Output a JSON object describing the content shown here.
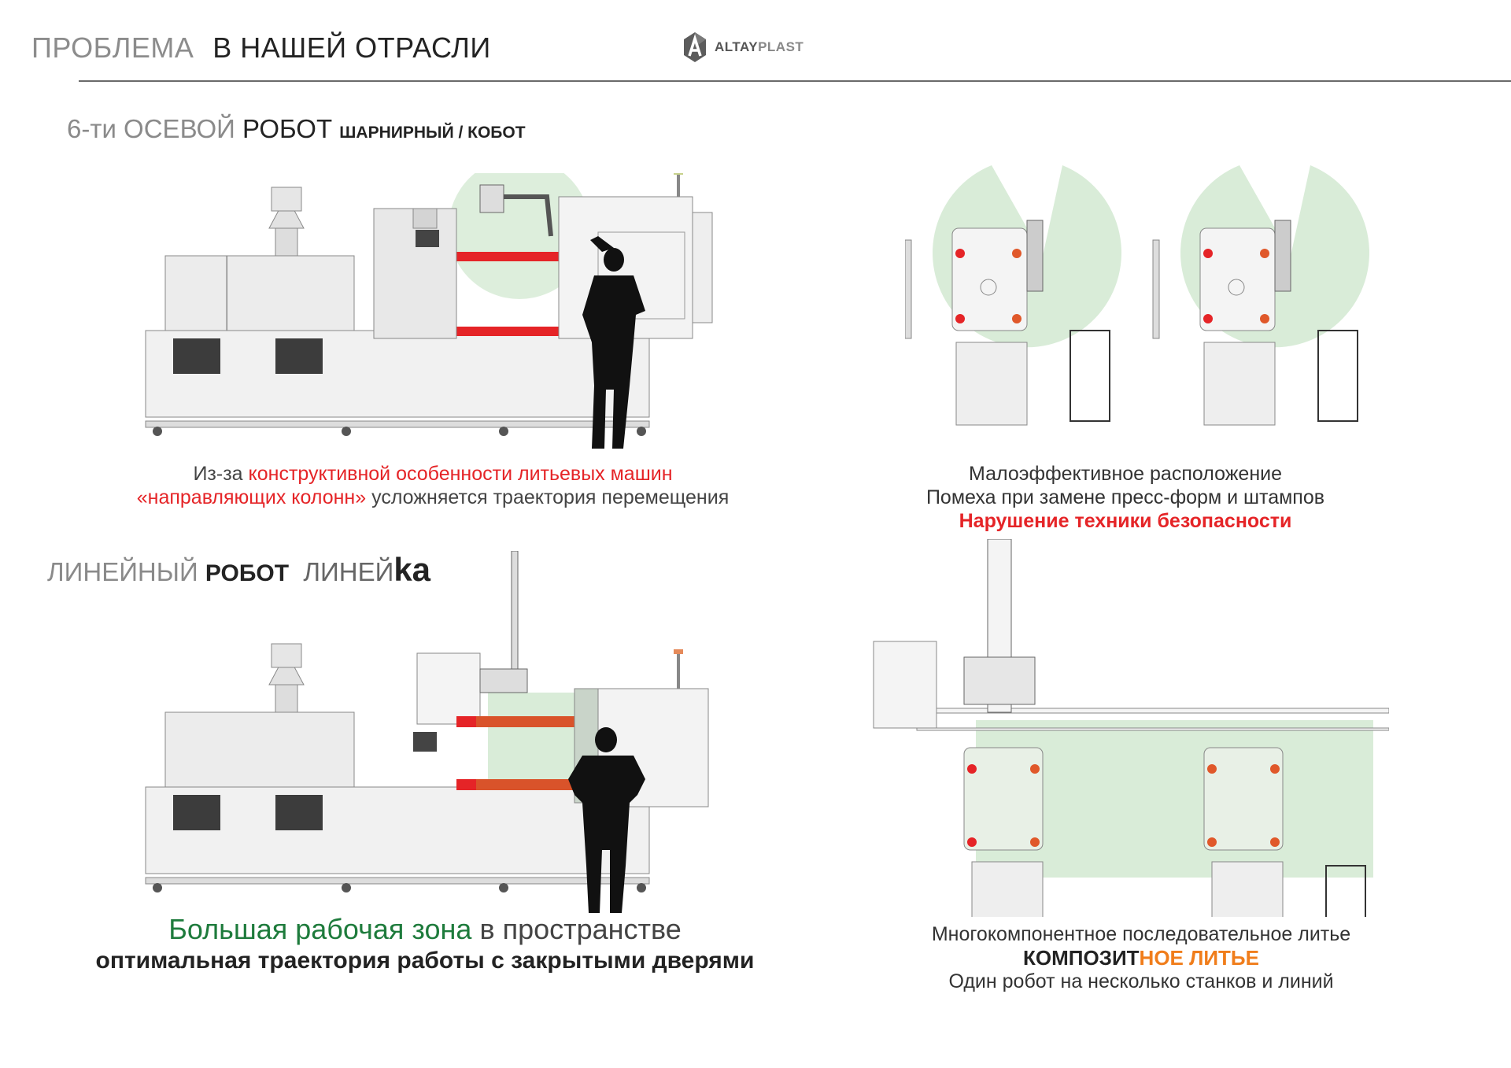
{
  "header": {
    "title_light": "ПРОБЛЕМА",
    "title_dark": "В НАШЕЙ ОТРАСЛИ",
    "logo": {
      "icon": "hexagon-a-logo-icon",
      "text_dark": "ALTAY",
      "text_light": "PLAST"
    }
  },
  "colors": {
    "accent_red": "#e52427",
    "accent_green": "#1e7b3c",
    "accent_orange": "#f07d1b",
    "zone_green": "#d9ecd8"
  },
  "section1": {
    "title_light": "6-ти ОСЕВОЙ",
    "title_dark": "РОБОТ",
    "title_small": "ШАРНИРНЫЙ / КОБОТ",
    "left_caption": {
      "line1_plain": "Из-за",
      "line1_red": "конструктивной особенности литьевых машин",
      "line2_red": "«направляющих колонн»",
      "line2_plain": "усложняется траектория перемещения"
    },
    "right_caption": {
      "line1": "Малоэффективное расположение",
      "line2": "Помеха при замене пресс-форм и штампов",
      "line3_red": "Нарушение техники безопасности"
    }
  },
  "section2": {
    "title_light": "ЛИНЕЙНЫЙ",
    "title_dark": "РОБОТ",
    "title_brand_light": "ЛИНЕЙ",
    "title_brand_bold": "ka",
    "left_caption": {
      "line1_green": "Большая рабочая зона",
      "line1_plain": "в пространстве",
      "line2_bold": "оптимальная траектория работы с закрытыми дверями"
    },
    "right_caption": {
      "line1": "Многокомпонентное последовательное литье",
      "line2_dark": "КОМПОЗИТ",
      "line2_orange": "НОЕ ЛИТЬЕ",
      "line3": "Один робот на несколько станков и линий"
    }
  },
  "illustrations": {
    "top_left": "injection-molding-machine-with-6-axis-robot-and-operator",
    "top_right": "two-machines-front-view-with-robot-swing-zones",
    "bottom_left": "injection-molding-machine-with-linear-robot-and-operator",
    "bottom_right": "gantry-robot-serving-two-machines"
  }
}
